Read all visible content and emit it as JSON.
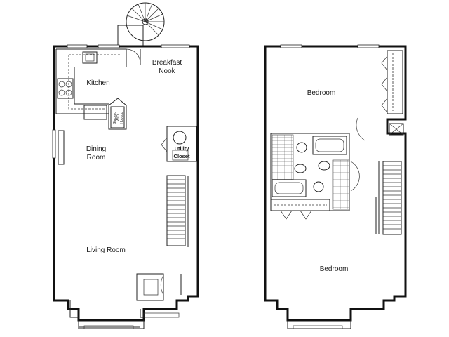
{
  "floor_plan": {
    "ground_floor": {
      "kitchen": "Kitchen",
      "breakfast_nook_line1": "Breakfast",
      "breakfast_nook_line2": "Nook",
      "dining_room_line1": "Dining",
      "dining_room_line2": "Room",
      "living_room": "Living Room",
      "utility_closet_line1": "Utility",
      "utility_closet_line2": "Closet",
      "stacked_wd_line1": "Stacked",
      "stacked_wd_line2": "W/D",
      "stacked_wd_line3": "Hookup"
    },
    "upper_floor": {
      "bedroom_top": "Bedroom",
      "bedroom_bottom": "Bedroom"
    }
  }
}
